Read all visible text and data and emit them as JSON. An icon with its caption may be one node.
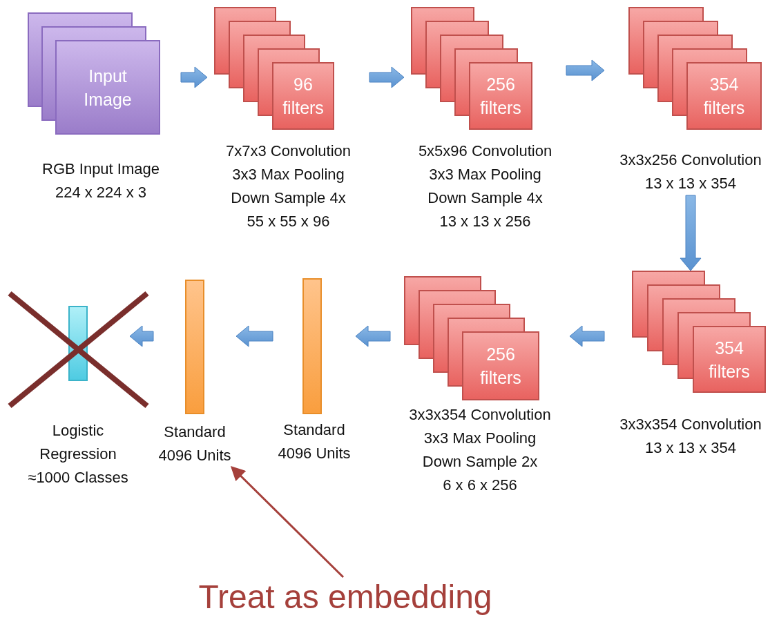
{
  "diagram": {
    "nodes": [
      {
        "text": [
          "Input Image"
        ],
        "beside": [
          "RGB Input Image",
          "224 x 224 x 3"
        ]
      },
      {
        "text": [
          "96 filters"
        ],
        "beside": [
          "7x7x3 Convolution",
          "3x3 Max Pooling",
          "Down Sample 4x",
          "55 x 55 x 96"
        ]
      },
      {
        "text": [
          "256 filters"
        ],
        "beside": [
          "5x5x96 Convolution",
          "3x3 Max Pooling",
          "Down Sample 4x",
          "13 x 13 x 256"
        ]
      },
      {
        "text": [
          "354 filters"
        ],
        "beside": [
          "3x3x256 Convolution",
          "13 x 13 x 354"
        ]
      },
      {
        "text": [
          "354 filters"
        ],
        "beside": [
          "3x3x354 Convolution",
          "13 x 13 x 354"
        ]
      },
      {
        "text": [
          "256 filters"
        ],
        "beside": [
          "3x3x354 Convolution",
          "3x3 Max Pooling",
          "Down Sample 2x",
          "6 x 6 x 256"
        ]
      },
      {
        "text": [],
        "shape": "bar",
        "beside": [
          "Standard 4096 Units"
        ]
      },
      {
        "text": [],
        "shape": "bar",
        "beside": [
          "Standard 4096 Units"
        ]
      },
      {
        "text": [],
        "shape": "bar",
        "beside": [
          "Logistic Regression ≈1000 Classes"
        ]
      },
      {
        "text": [
          "Treat as embedding"
        ]
      }
    ],
    "edges": [
      {
        "from": 0,
        "to": 1,
        "arrow": "to"
      },
      {
        "from": 1,
        "to": 2,
        "arrow": "to"
      },
      {
        "from": 2,
        "to": 3,
        "arrow": "to"
      },
      {
        "from": 3,
        "to": 4,
        "arrow": "to"
      },
      {
        "from": 4,
        "to": 5,
        "arrow": "to"
      },
      {
        "from": 5,
        "to": 6,
        "arrow": "to"
      },
      {
        "from": 6,
        "to": 7,
        "arrow": "to"
      },
      {
        "from": 7,
        "to": 8,
        "arrow": "to"
      },
      {
        "from": 9,
        "to": 7,
        "arrow": "to",
        "color": "#a5403b"
      }
    ]
  }
}
